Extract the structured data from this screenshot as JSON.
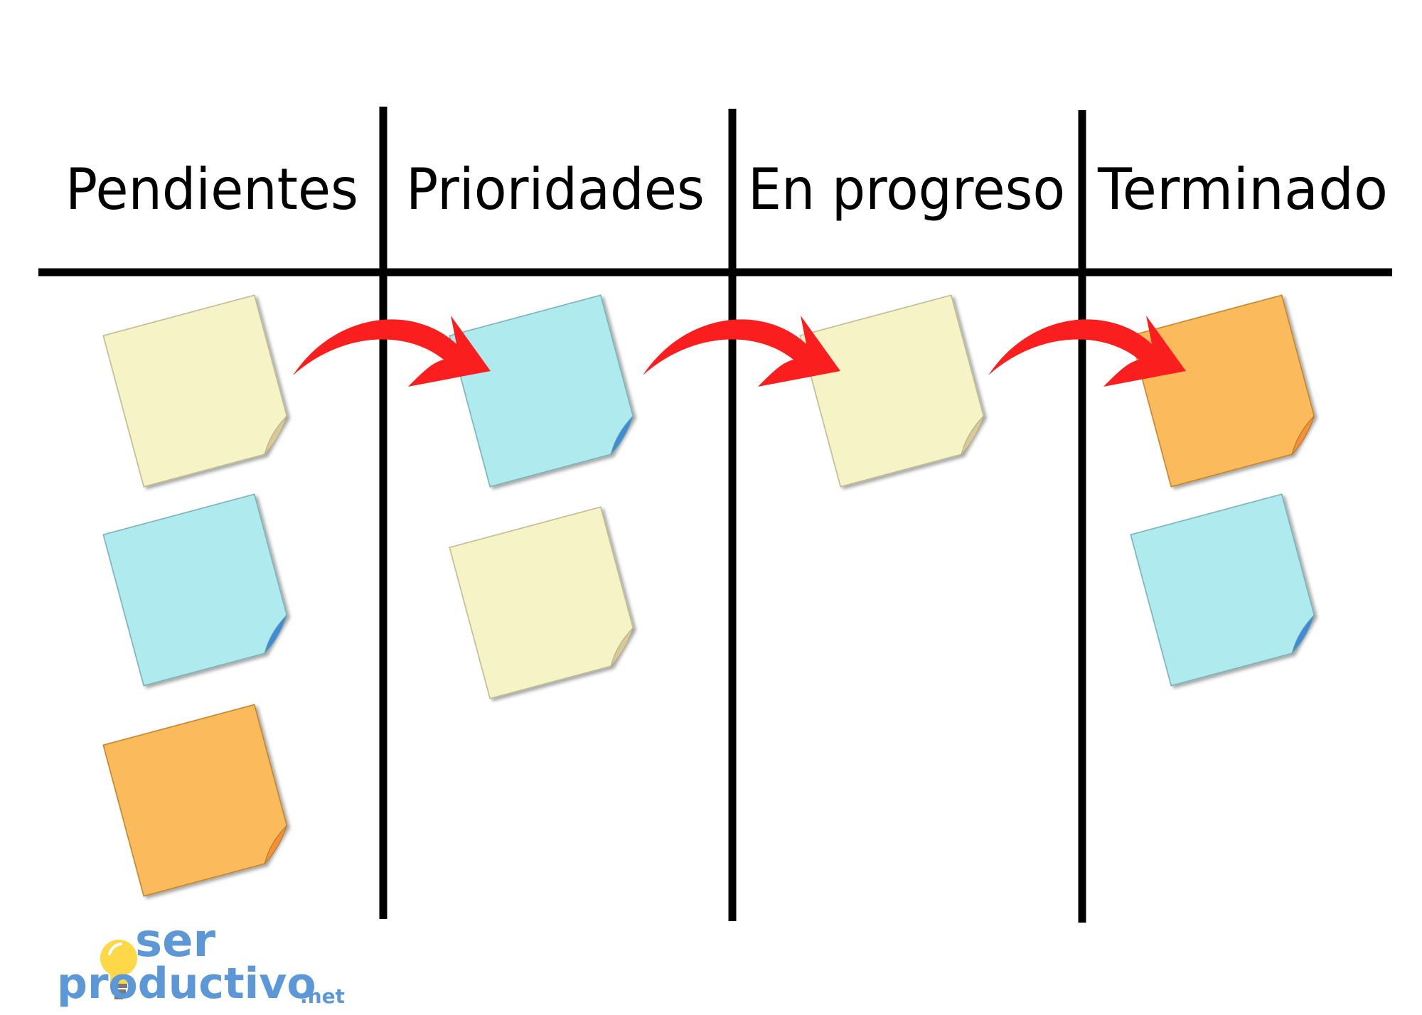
{
  "columns": [
    {
      "label": "Pendientes"
    },
    {
      "label": "Prioridades"
    },
    {
      "label": "En progreso"
    },
    {
      "label": "Terminado"
    }
  ],
  "notes": [
    {
      "column": 0,
      "slot": 0,
      "color": "yellow"
    },
    {
      "column": 0,
      "slot": 1,
      "color": "blue"
    },
    {
      "column": 0,
      "slot": 2,
      "color": "orange"
    },
    {
      "column": 1,
      "slot": 0,
      "color": "blue"
    },
    {
      "column": 1,
      "slot": 1,
      "color": "yellow"
    },
    {
      "column": 2,
      "slot": 0,
      "color": "yellow"
    },
    {
      "column": 3,
      "slot": 0,
      "color": "orange"
    },
    {
      "column": 3,
      "slot": 1,
      "color": "blue"
    }
  ],
  "flow": [
    {
      "from": 0,
      "to": 1
    },
    {
      "from": 1,
      "to": 2
    },
    {
      "from": 2,
      "to": 3
    }
  ],
  "colors": {
    "yellow": "#f6f4c7",
    "blue": "#aeeaee",
    "orange": "#fbbb5c",
    "arrow": "#fb1e1e",
    "grid": "#000000",
    "brand": "#5c98d8",
    "bulb": "#ffd84a"
  },
  "logo": {
    "word1": "ser",
    "word2": "productivo",
    "word3": ".net"
  }
}
